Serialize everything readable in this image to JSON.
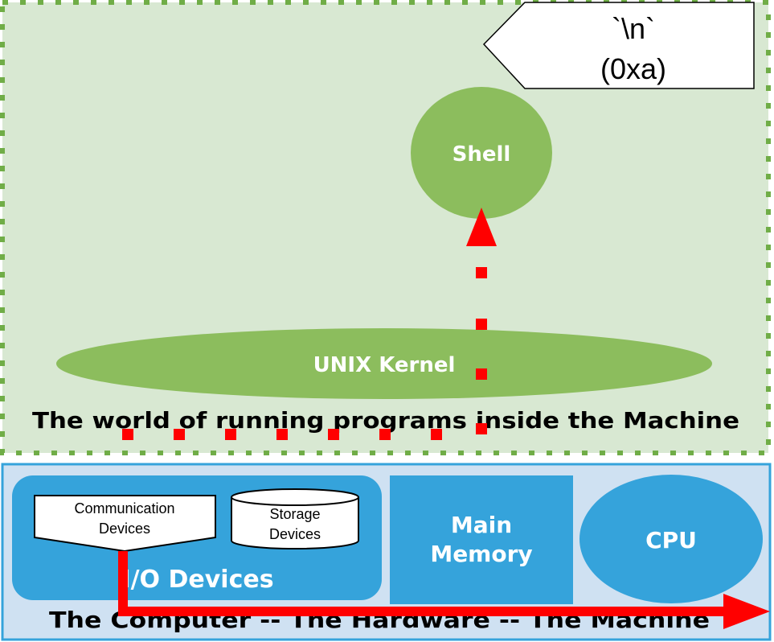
{
  "software_world": {
    "caption": "The world of running programs inside the Machine",
    "kernel_label": "UNIX Kernel",
    "shell_label": "Shell",
    "callout_line1": "`\\n`",
    "callout_line2": "(0xa)"
  },
  "hardware": {
    "caption": "The Computer -- The Hardware -- The Machine",
    "io_label": "I/O Devices",
    "communication_line1": "Communication",
    "communication_line2": "Devices",
    "storage_line1": "Storage",
    "storage_line2": "Devices",
    "memory_line1": "Main",
    "memory_line2": "Memory",
    "cpu_label": "CPU"
  },
  "colors": {
    "software_bg": "#d8e8d2",
    "software_border": "#70ad47",
    "node_green": "#8cbd5d",
    "hardware_bg": "#cfe1f2",
    "hardware_blue": "#35a3db",
    "signal_red": "#ff0000"
  }
}
